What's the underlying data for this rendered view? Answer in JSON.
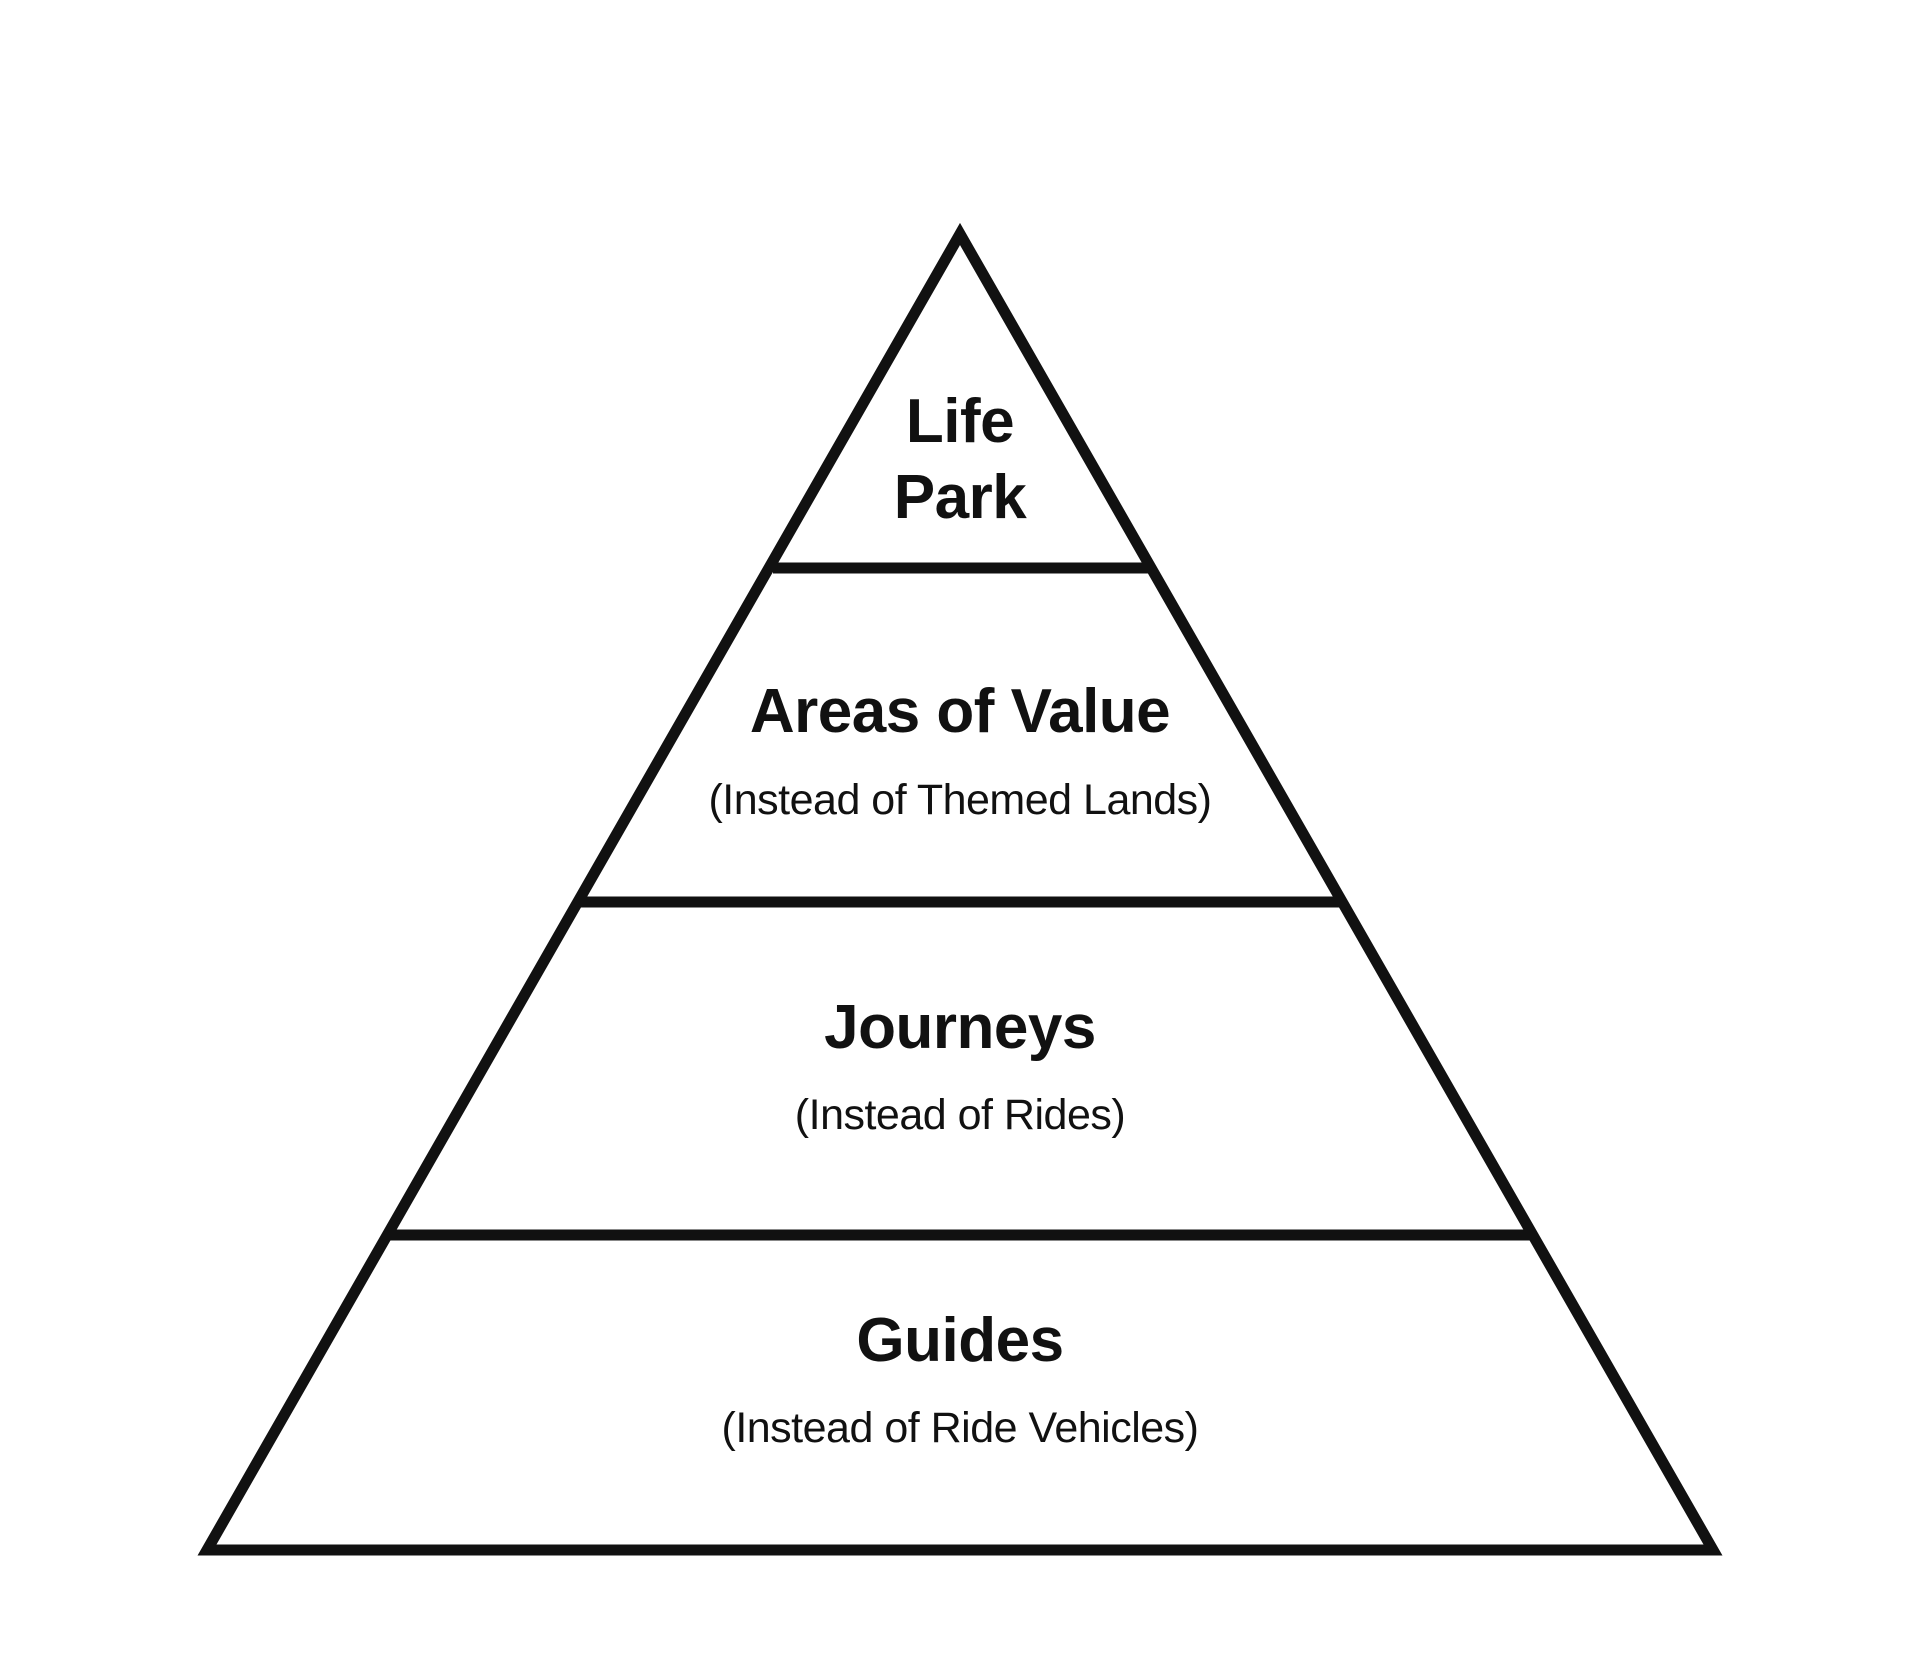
{
  "diagram": {
    "type": "pyramid",
    "stroke_color": "#111111",
    "fill_color": "#ffffff",
    "tiers": [
      {
        "lines": [
          "Life",
          "Park"
        ]
      },
      {
        "title": "Areas of Value",
        "subtitle": "(Instead of Themed Lands)"
      },
      {
        "title": "Journeys",
        "subtitle": "(Instead of Rides)"
      },
      {
        "title": "Guides",
        "subtitle": "(Instead of Ride Vehicles)"
      }
    ]
  }
}
